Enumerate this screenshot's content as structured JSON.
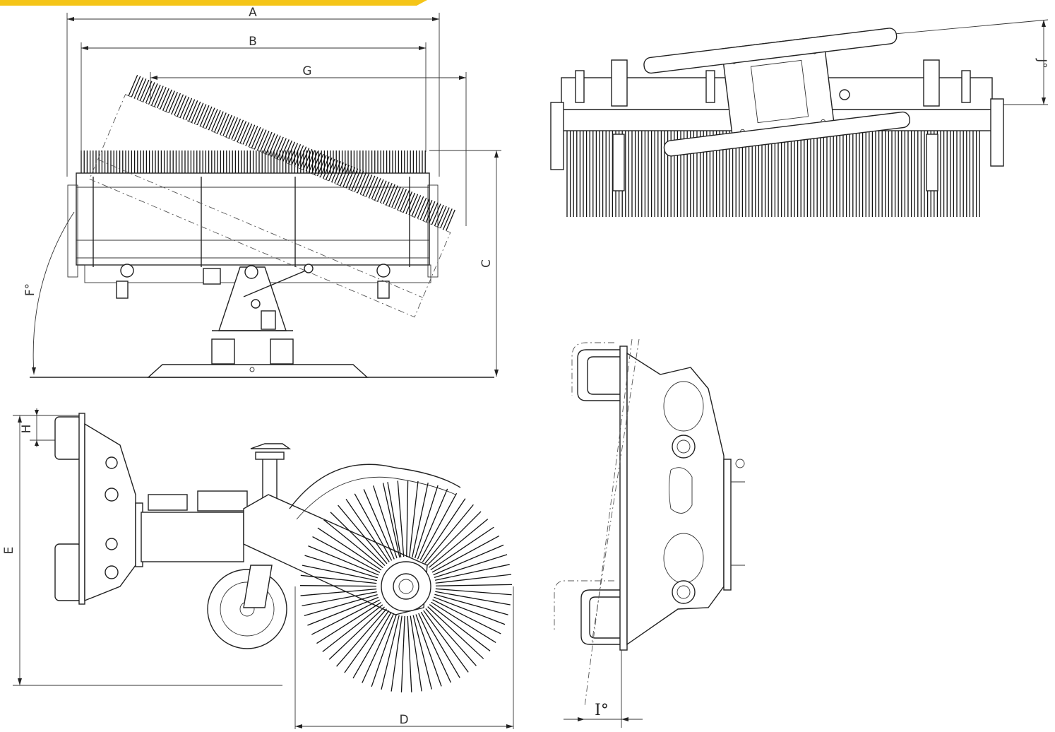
{
  "colors": {
    "accent": "#f5c518",
    "line": "#222222",
    "background": "#ffffff"
  },
  "labels": {
    "A": "A",
    "B": "B",
    "G": "G",
    "C": "C",
    "F": "F°",
    "H": "H",
    "E": "E",
    "D": "D",
    "I": "I°",
    "J": "J°"
  },
  "views": [
    "front-view-rotated-brush",
    "top-view-brush-frame",
    "side-view-wheel-brush",
    "side-detail-hitch-plate"
  ]
}
